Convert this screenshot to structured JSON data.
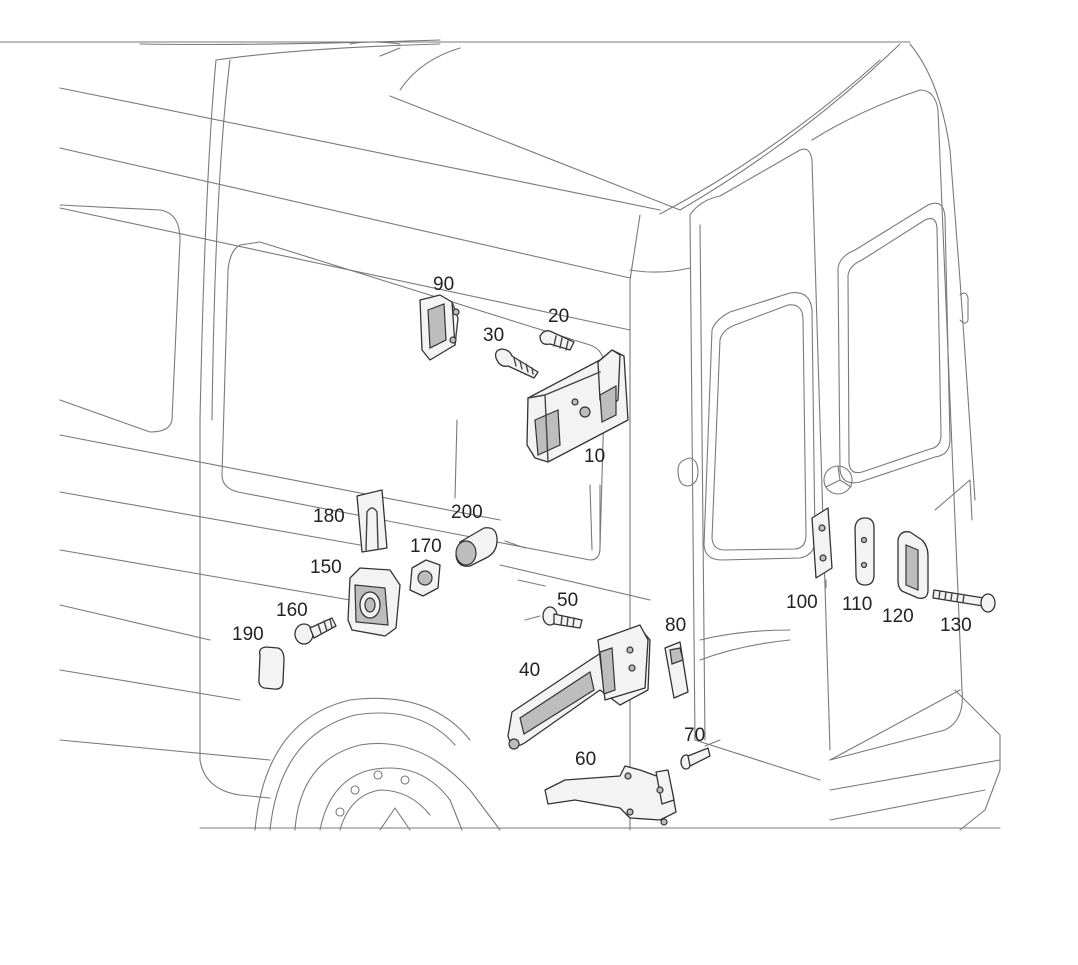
{
  "diagram": {
    "background": "#ffffff",
    "line_color": "#7a7a7a",
    "part_labels": {
      "p10": "10",
      "p20": "20",
      "p30": "30",
      "p40": "40",
      "p50": "50",
      "p60": "60",
      "p70": "70",
      "p80": "80",
      "p90": "90",
      "p100": "100",
      "p110": "110",
      "p120": "120",
      "p130": "130",
      "p150": "150",
      "p160": "160",
      "p170": "170",
      "p180": "180",
      "p190": "190",
      "p200": "200"
    }
  }
}
